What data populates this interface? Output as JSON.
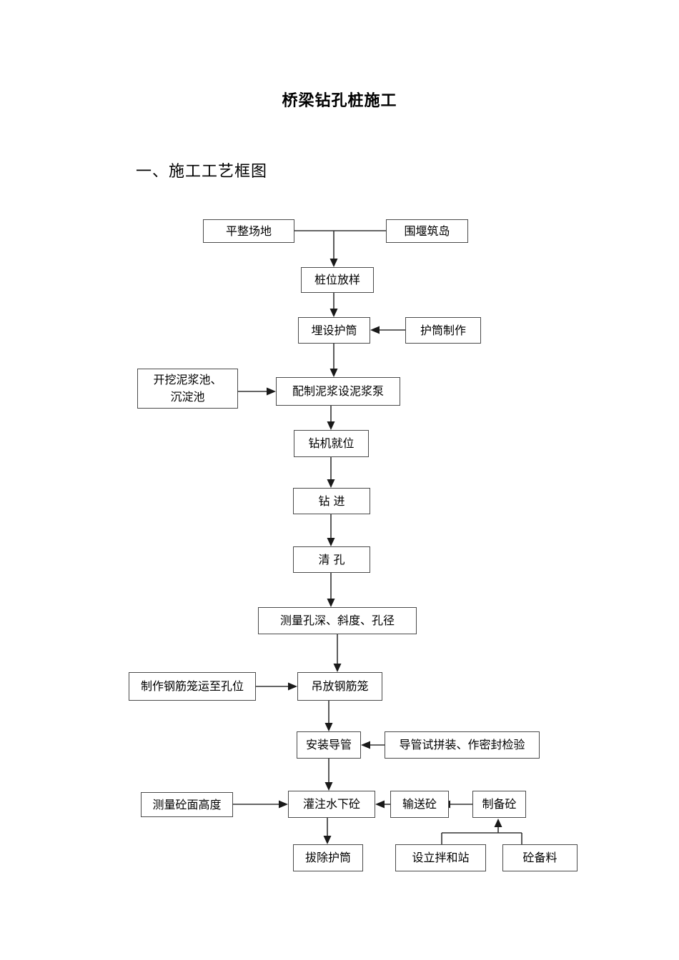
{
  "document": {
    "title": "桥梁钻孔桩施工",
    "section_heading": "一、施工工艺框图"
  },
  "flowchart": {
    "type": "flowchart",
    "nodes": [
      {
        "id": "n1",
        "label": "平整场地"
      },
      {
        "id": "n2",
        "label": "围堰筑岛"
      },
      {
        "id": "n3",
        "label": "桩位放样"
      },
      {
        "id": "n4",
        "label": "埋设护筒"
      },
      {
        "id": "n5",
        "label": "护筒制作"
      },
      {
        "id": "n6",
        "label": "开挖泥浆池、\n沉淀池"
      },
      {
        "id": "n7",
        "label": "配制泥浆设泥浆泵"
      },
      {
        "id": "n8",
        "label": "钻机就位"
      },
      {
        "id": "n9",
        "label": "钻    进"
      },
      {
        "id": "n10",
        "label": "清    孔"
      },
      {
        "id": "n11",
        "label": "测量孔深、斜度、孔径"
      },
      {
        "id": "n12",
        "label": "制作钢筋笼运至孔位"
      },
      {
        "id": "n13",
        "label": "吊放钢筋笼"
      },
      {
        "id": "n14",
        "label": "安装导管"
      },
      {
        "id": "n15",
        "label": "导管试拼装、作密封检验"
      },
      {
        "id": "n16",
        "label": "测量砼面高度"
      },
      {
        "id": "n17",
        "label": "灌注水下砼"
      },
      {
        "id": "n18",
        "label": "输送砼"
      },
      {
        "id": "n19",
        "label": "制备砼"
      },
      {
        "id": "n20",
        "label": "拔除护筒"
      },
      {
        "id": "n21",
        "label": "设立拌和站"
      },
      {
        "id": "n22",
        "label": "砼备料"
      }
    ],
    "edges": [
      {
        "from": "n1",
        "to": "n3",
        "note": "平整场地与围堰筑岛汇合后向下"
      },
      {
        "from": "n2",
        "to": "n3",
        "note": "围堰筑岛汇合后向下"
      },
      {
        "from": "n3",
        "to": "n4",
        "note": "向下"
      },
      {
        "from": "n5",
        "to": "n4",
        "note": "向左"
      },
      {
        "from": "n4",
        "to": "n7",
        "note": "向下"
      },
      {
        "from": "n6",
        "to": "n7",
        "note": "向右"
      },
      {
        "from": "n7",
        "to": "n8",
        "note": "向下"
      },
      {
        "from": "n8",
        "to": "n9",
        "note": "向下"
      },
      {
        "from": "n9",
        "to": "n10",
        "note": "向下"
      },
      {
        "from": "n10",
        "to": "n11",
        "note": "向下"
      },
      {
        "from": "n11",
        "to": "n13",
        "note": "向下"
      },
      {
        "from": "n12",
        "to": "n13",
        "note": "向右"
      },
      {
        "from": "n13",
        "to": "n14",
        "note": "向下"
      },
      {
        "from": "n15",
        "to": "n14",
        "note": "向左"
      },
      {
        "from": "n14",
        "to": "n17",
        "note": "向下"
      },
      {
        "from": "n16",
        "to": "n17",
        "note": "向右"
      },
      {
        "from": "n18",
        "to": "n17",
        "note": "向左"
      },
      {
        "from": "n19",
        "to": "n18",
        "note": "向左"
      },
      {
        "from": "n21",
        "to": "n19",
        "note": "汇合后向上"
      },
      {
        "from": "n22",
        "to": "n19",
        "note": "汇合后向上"
      },
      {
        "from": "n17",
        "to": "n20",
        "note": "向下"
      }
    ]
  },
  "colors": {
    "page_background": "#ffffff",
    "box_border": "#4a4a4a",
    "line": "#333333",
    "text": "#000000"
  }
}
